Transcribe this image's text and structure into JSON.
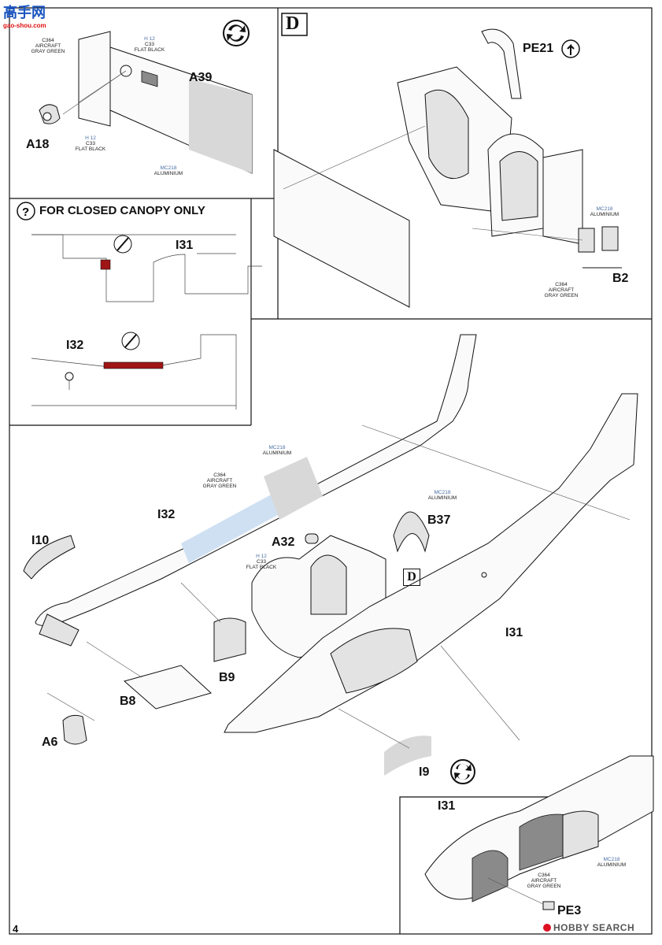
{
  "header": {
    "logo_text": "高手网",
    "logo_sub": "gao-shou.com"
  },
  "panel_a": {
    "parts": {
      "a39": "A39",
      "a18": "A18"
    },
    "paints": [
      {
        "h": "",
        "code": "C364",
        "l1": "AIRCRAFT",
        "l2": "GRAY GREEN"
      },
      {
        "h": "H 12",
        "code": "C33",
        "l1": "FLAT BLACK",
        "l2": ""
      },
      {
        "h": "H 12",
        "code": "C33",
        "l1": "FLAT BLACK",
        "l2": ""
      },
      {
        "h": "MC218",
        "code": "",
        "l1": "ALUMINIUM",
        "l2": ""
      }
    ],
    "icon": "rotate-arrows-icon"
  },
  "panel_d": {
    "letter": "D",
    "parts": {
      "pe21": "PE21",
      "b2": "B2"
    },
    "paints": [
      {
        "h": "MC218",
        "code": "",
        "l1": "ALUMINIUM",
        "l2": ""
      },
      {
        "h": "",
        "code": "C364",
        "l1": "AIRCRAFT",
        "l2": "GRAY GREEN"
      }
    ],
    "icon": "bend-arrow-icon"
  },
  "panel_canopy": {
    "title": "FOR CLOSED CANOPY ONLY",
    "icon": "question-icon",
    "parts": {
      "i31": "I31",
      "i32": "I32"
    },
    "cut_icon": "knife-cut-icon"
  },
  "main": {
    "parts": {
      "i32": "I32",
      "i10": "I10",
      "a32": "A32",
      "b37": "B37",
      "d": "D",
      "i31": "I31",
      "b9": "B9",
      "b8": "B8",
      "a6": "A6",
      "i9": "I9"
    },
    "paints": [
      {
        "h": "MC218",
        "code": "",
        "l1": "ALUMINIUM",
        "l2": ""
      },
      {
        "h": "",
        "code": "C364",
        "l1": "AIRCRAFT",
        "l2": "GRAY GREEN"
      },
      {
        "h": "MC218",
        "code": "",
        "l1": "ALUMINIUM",
        "l2": ""
      },
      {
        "h": "H 12",
        "code": "C33",
        "l1": "FLAT BLACK",
        "l2": ""
      }
    ]
  },
  "detail": {
    "parts": {
      "i31": "I31",
      "pe3": "PE3"
    },
    "paints": [
      {
        "h": "",
        "code": "C364",
        "l1": "AIRCRAFT",
        "l2": "GRAY GREEN"
      },
      {
        "h": "MC218",
        "code": "",
        "l1": "ALUMINIUM",
        "l2": ""
      }
    ],
    "icon": "rotate-arrows-icon"
  },
  "footer": {
    "page_number": "4",
    "watermark": "HOBBY SEARCH"
  }
}
